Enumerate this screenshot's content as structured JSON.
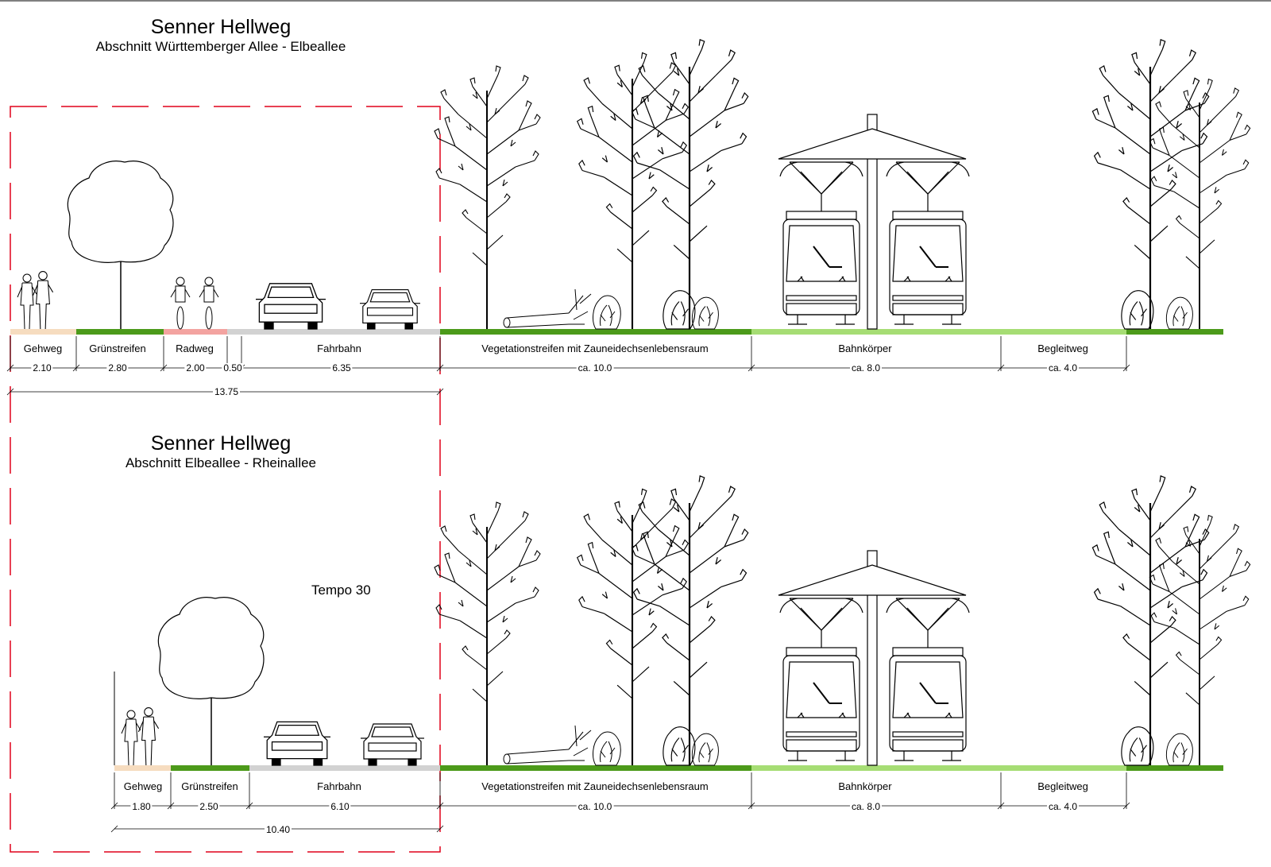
{
  "colors": {
    "cut_frame": "#e0001a",
    "gehweg": "#f6dcbf",
    "gruen": "#4c9a1a",
    "radweg": "#f3a3a0",
    "fahrbahn": "#d2d2d2",
    "bahn": "#a6dd74",
    "begleit": "#a6dd74"
  },
  "icons": [
    "tree-icon",
    "pedestrian-icon",
    "cyclist-icon",
    "car-icon",
    "tram-icon",
    "shelter-icon",
    "shrub-icon",
    "fallen-log-icon"
  ],
  "sections": [
    {
      "title": "Senner Hellweg",
      "subtitle": "Abschnitt Württemberger Allee - Elbeallee",
      "note": "",
      "segments": [
        {
          "label": "Gehweg",
          "width": "2.10",
          "color": "gehweg"
        },
        {
          "label": "Grünstreifen",
          "width": "2.80",
          "color": "gruen"
        },
        {
          "label": "Radweg",
          "width": "2.00",
          "color": "radweg"
        },
        {
          "label": "",
          "width": "0.50",
          "color": "fahrbahn"
        },
        {
          "label": "Fahrbahn",
          "width": "6.35",
          "color": "fahrbahn"
        },
        {
          "label": "Vegetationstreifen mit Zauneidechsenlebensraum",
          "width": "ca. 10.0",
          "color": "gruen"
        },
        {
          "label": "Bahnkörper",
          "width": "ca. 8.0",
          "color": "bahn"
        },
        {
          "label": "Begleitweg",
          "width": "ca. 4.0",
          "color": "begleit"
        }
      ],
      "total": "13.75"
    },
    {
      "title": "Senner Hellweg",
      "subtitle": "Abschnitt Elbeallee - Rheinallee",
      "note": "Tempo 30",
      "segments": [
        {
          "label": "Gehweg",
          "width": "1.80",
          "color": "gehweg"
        },
        {
          "label": "Grünstreifen",
          "width": "2.50",
          "color": "gruen"
        },
        {
          "label": "Fahrbahn",
          "width": "6.10",
          "color": "fahrbahn"
        },
        {
          "label": "Vegetationstreifen mit Zauneidechsenlebensraum",
          "width": "ca. 10.0",
          "color": "gruen"
        },
        {
          "label": "Bahnkörper",
          "width": "ca. 8.0",
          "color": "bahn"
        },
        {
          "label": "Begleitweg",
          "width": "ca. 4.0",
          "color": "begleit"
        }
      ],
      "total": "10.40"
    }
  ]
}
